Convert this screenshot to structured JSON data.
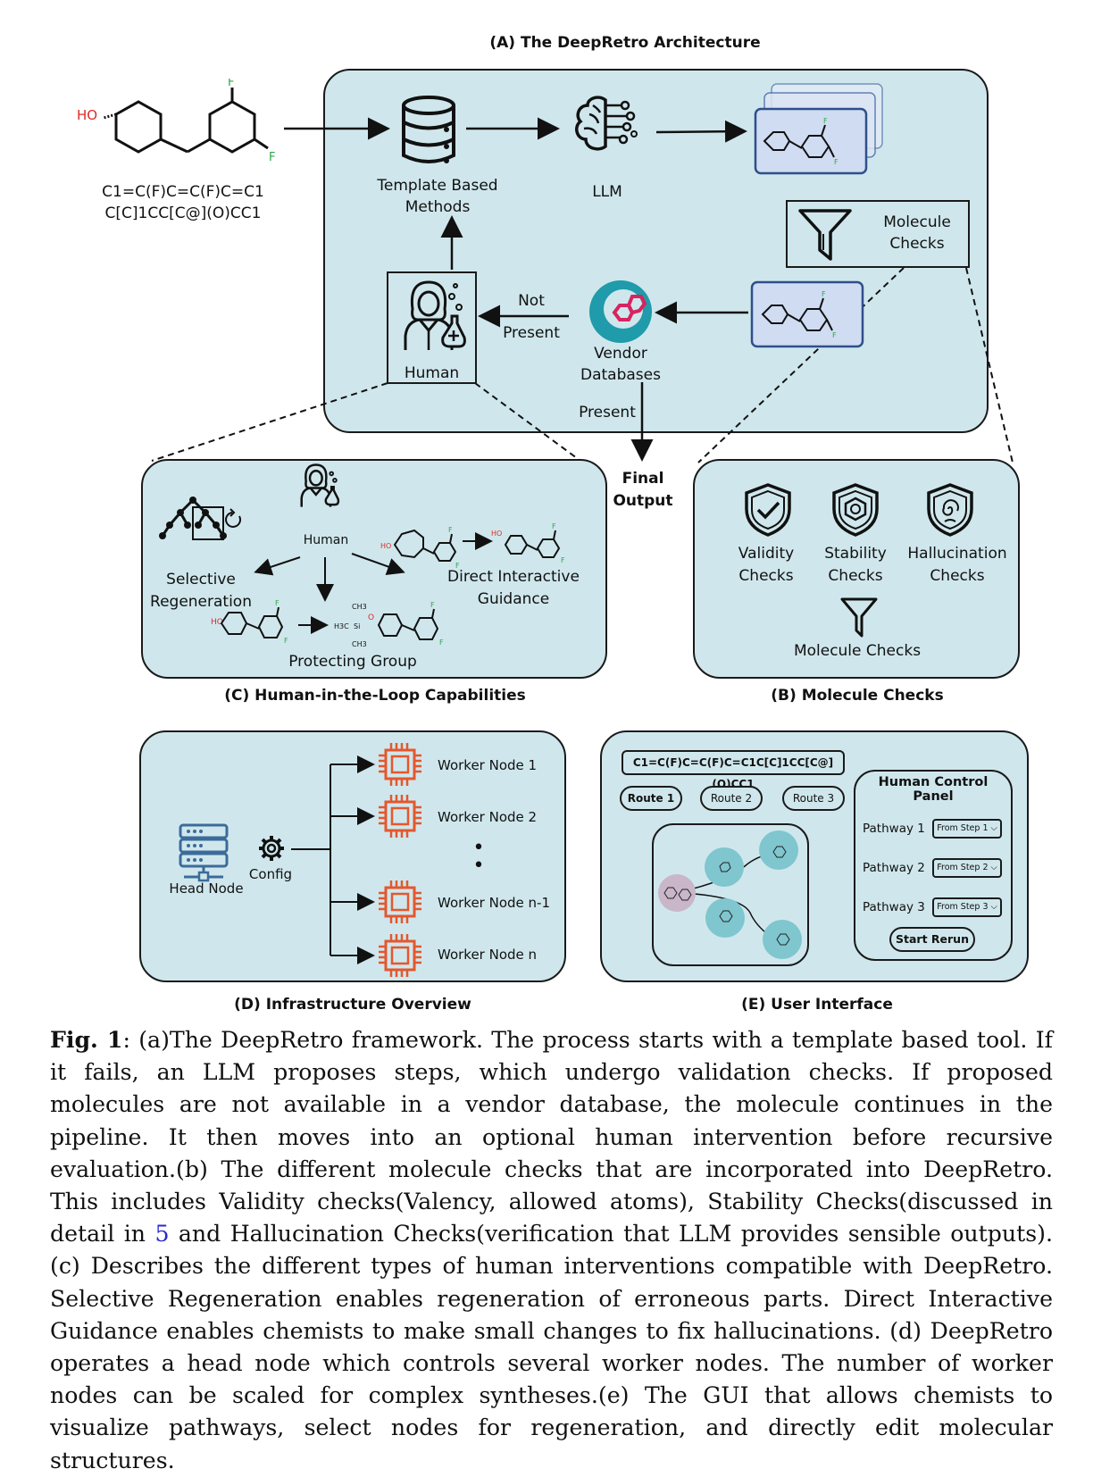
{
  "panelA": {
    "title": "(A) The DeepRetro Architecture",
    "smiles_line1": "C1=C(F)C=C(F)C=C1",
    "smiles_line2": "C[C]1CC[C@](O)CC1",
    "mol_ho": "HO",
    "mol_f": "F",
    "template_line1": "Template Based",
    "template_line2": "Methods",
    "llm": "LLM",
    "molecule_checks_line1": "Molecule",
    "molecule_checks_line2": "Checks",
    "not_present_line1": "Not",
    "not_present_line2": "Present",
    "vendor_line1": "Vendor",
    "vendor_line2": "Databases",
    "human": "Human",
    "present": "Present",
    "final_line1": "Final",
    "final_line2": "Output"
  },
  "panelB": {
    "title": "(B) Molecule Checks",
    "validity_line1": "Validity",
    "validity_line2": "Checks",
    "stability_line1": "Stability",
    "stability_line2": "Checks",
    "hallucination_line1": "Hallucination",
    "hallucination_line2": "Checks",
    "molecule_checks": "Molecule Checks"
  },
  "panelC": {
    "title": "(C) Human-in-the-Loop Capabilities",
    "human": "Human",
    "selective_line1": "Selective",
    "selective_line2": "Regeneration",
    "direct_line1": "Direct Interactive",
    "direct_line2": "Guidance",
    "protecting": "Protecting Group",
    "mol_ho": "HO",
    "mol_f": "F",
    "mol_ch3": "CH3",
    "mol_h3c": "H3C",
    "mol_si": "Si",
    "mol_o": "O"
  },
  "panelD": {
    "title": "(D) Infrastructure Overview",
    "head_node": "Head Node",
    "config": "Config",
    "workers": [
      "Worker Node 1",
      "Worker Node 2",
      "Worker Node n-1",
      "Worker Node n"
    ],
    "ellipsis": "•\n•"
  },
  "panelE": {
    "title": "(E) User Interface",
    "smiles": "C1=C(F)C=C(F)C=C1C[C]1CC[C@](O)CC1",
    "routes": [
      "Route 1",
      "Route 2",
      "Route 3"
    ],
    "control_title_line1": "Human Control",
    "control_title_line2": "Panel",
    "pathways": [
      {
        "label": "Pathway 1",
        "select": "From Step 1"
      },
      {
        "label": "Pathway 2",
        "select": "From Step 2"
      },
      {
        "label": "Pathway 3",
        "select": "From Step 3"
      }
    ],
    "rerun": "Start Rerun"
  },
  "caption": {
    "fig_label": "Fig. 1",
    "part1": ": (a)The DeepRetro framework. The process starts with a template based tool. If it fails, an LLM proposes steps, which undergo validation checks. If proposed molecules are not available in a vendor database, the molecule continues in the pipeline. It then moves into an optional human intervention before recursive evaluation.(b) The different molecule checks that are incorporated into DeepRetro. This includes Validity checks(Valency, allowed atoms), Stability Checks(discussed in detail in ",
    "ref": "5",
    "part2": " and Hallucination Checks(verification that LLM provides sensible outputs). (c) Describes the different types of human interventions compatible with DeepRetro. Selective Regeneration enables regeneration of erroneous parts. Direct Interactive Guidance enables chemists to make small changes to fix hallucinations. (d) DeepRetro operates a head node which controls several worker nodes. The number of worker nodes can be scaled for complex syntheses.(e) The GUI that allows chemists to visualize pathways, select nodes for regeneration, and directly edit molecular structures."
  },
  "colors": {
    "panel_fill": "#cfe7ec",
    "outline": "#1a1a1a",
    "chip": "#e4572e",
    "server": "#3c6b9a",
    "vendor_teal": "#1f9bab",
    "vendor_magenta": "#d6245f",
    "fluorine": "#2fa64a",
    "oxygen": "#e02a2a",
    "molcard": "#cfdcf2",
    "link": "#2a2ad0"
  },
  "icons": [
    "database-icon",
    "brain-icon",
    "funnel-icon",
    "scientist-icon",
    "vendor-logo-icon",
    "shield-check-icon",
    "shield-hexagon-icon",
    "shield-swirl-icon",
    "tree-icon",
    "server-icon",
    "gear-icon",
    "chip-icon"
  ]
}
